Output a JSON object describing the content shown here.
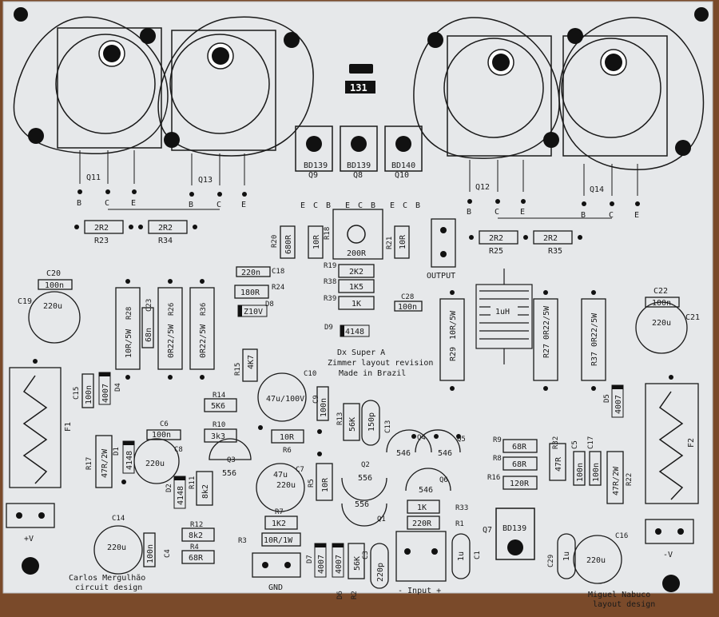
{
  "colors": {
    "board": "#e6e8ea",
    "silk": "#1a1a1a",
    "pad": "#cfd3d6",
    "wood": "#7a4a2a"
  },
  "title_block": {
    "line1": "Dx Super A",
    "line2": "Zimmer layout revision",
    "line3": "Made in Brazil"
  },
  "credits": {
    "left_1": "Carlos Mergulhão",
    "left_2": "circuit design",
    "right_1": "Miguel Nabuco",
    "right_2": "layout design"
  },
  "logo_text": "131",
  "connectors": {
    "pos": "+V",
    "neg": "-V",
    "gnd": "GND",
    "input": "- Input +",
    "output": "OUTPUT"
  },
  "transistors": {
    "q11": "Q11",
    "q13": "Q13",
    "q12": "Q12",
    "q14": "Q14",
    "q9": {
      "ref": "Q9",
      "part": "BD139"
    },
    "q8": {
      "ref": "Q8",
      "part": "BD139"
    },
    "q10": {
      "ref": "Q10",
      "part": "BD140"
    },
    "q7": {
      "ref": "Q7",
      "part": "BD139"
    },
    "q3": {
      "ref": "Q3",
      "part": "556"
    },
    "q2": {
      "ref": "Q2",
      "part": "556"
    },
    "q1": {
      "ref": "Q1",
      "part": "556"
    },
    "q4": {
      "ref": "Q4",
      "part": "546"
    },
    "q5": {
      "ref": "Q5",
      "part": "546"
    },
    "q6": {
      "ref": "Q6",
      "part": "546"
    }
  },
  "pins": {
    "b": "B",
    "c": "C",
    "e": "E"
  },
  "resistors": {
    "r23": {
      "ref": "R23",
      "val": "2R2"
    },
    "r34": {
      "ref": "R34",
      "val": "2R2"
    },
    "r25": {
      "ref": "R25",
      "val": "2R2"
    },
    "r35": {
      "ref": "R35",
      "val": "2R2"
    },
    "r20": {
      "ref": "R20",
      "val": "680R"
    },
    "r18": {
      "ref": "R18",
      "val": "10R"
    },
    "r21": {
      "ref": "R21",
      "val": "10R"
    },
    "r19": {
      "ref": "R19",
      "val": "2K2"
    },
    "r38": {
      "ref": "R38",
      "val": "1K5"
    },
    "r39": {
      "ref": "R39",
      "val": "1K"
    },
    "r24": {
      "ref": "R24",
      "val": "180R"
    },
    "r28": {
      "ref": "R28",
      "val": "10R/5W"
    },
    "r26": {
      "ref": "R26",
      "val": "0R22/5W"
    },
    "r36": {
      "ref": "R36",
      "val": "0R22/5W"
    },
    "r29": {
      "ref": "R29",
      "val": "10R/5W"
    },
    "r27": {
      "ref": "R27",
      "val": "0R22/5W"
    },
    "r37": {
      "ref": "R37",
      "val": "0R22/5W"
    },
    "r15": {
      "ref": "R15",
      "val": "4K7"
    },
    "r14": {
      "ref": "R14",
      "val": "5K6"
    },
    "r10": {
      "ref": "R10",
      "val": "3k3"
    },
    "r6": {
      "ref": "R6",
      "val": "10R"
    },
    "r13": {
      "ref": "R13",
      "val": "56K"
    },
    "r17": {
      "ref": "R17",
      "val": "47R/2W"
    },
    "r11": {
      "ref": "R11",
      "val": "8k2"
    },
    "r5": {
      "ref": "R5",
      "val": "10R"
    },
    "r7": {
      "ref": "R7",
      "val": "1K2"
    },
    "r3": {
      "ref": "R3",
      "val": "10R/1W"
    },
    "r12": {
      "ref": "R12",
      "val": "8k2"
    },
    "r4": {
      "ref": "R4",
      "val": "68R"
    },
    "r2": {
      "ref": "R2",
      "val": "56K"
    },
    "r33": {
      "ref": "R33",
      "val": "1K"
    },
    "r1": {
      "ref": "R1",
      "val": "220R"
    },
    "r9": {
      "ref": "R9",
      "val": "68R"
    },
    "r8": {
      "ref": "R8",
      "val": "68R"
    },
    "r16": {
      "ref": "R16",
      "val": "120R"
    },
    "r32": {
      "ref": "R32",
      "val": "47R"
    },
    "r22": {
      "ref": "R22",
      "val": "47R/2W"
    },
    "pot": "200R"
  },
  "capacitors": {
    "c20": {
      "ref": "C20",
      "val": "100n"
    },
    "c19": {
      "ref": "C19",
      "val": "220u"
    },
    "c18": {
      "ref": "C18",
      "val": "220n"
    },
    "c23": {
      "ref": "C23",
      "val": "68n"
    },
    "c28": {
      "ref": "C28",
      "val": "100n"
    },
    "c22": {
      "ref": "C22",
      "val": "100n"
    },
    "c21": {
      "ref": "C21",
      "val": "220u"
    },
    "c15": {
      "ref": "C15",
      "val": "100n"
    },
    "c10": {
      "ref": "C10",
      "val": "47u/100V"
    },
    "c9": {
      "ref": "C9",
      "val": "100n"
    },
    "c6": {
      "ref": "C6",
      "val": "100n"
    },
    "c8": {
      "ref": "C8",
      "val": "220u"
    },
    "c13": {
      "ref": "C13",
      "val": "150p"
    },
    "c7": {
      "ref": "C7",
      "val": "47u",
      "val2": "220u"
    },
    "c14": {
      "ref": "C14",
      "val": "220u"
    },
    "c4": {
      "ref": "C4",
      "val": "100n"
    },
    "c3": {
      "ref": "C3",
      "val": "220p"
    },
    "c1": {
      "ref": "C1",
      "val": "1u"
    },
    "c5": {
      "ref": "C5",
      "val": "100n"
    },
    "c17": {
      "ref": "C17",
      "val": "100n"
    },
    "c29": {
      "ref": "C29",
      "val": "1u"
    },
    "c16": {
      "ref": "C16",
      "val": "220u"
    }
  },
  "diodes": {
    "d8": {
      "ref": "D8",
      "val": "Z10V"
    },
    "d9": {
      "ref": "D9",
      "val": "4148"
    },
    "d4": {
      "ref": "D4",
      "val": "4007"
    },
    "d1": {
      "ref": "D1",
      "val": "4148"
    },
    "d2": {
      "ref": "D2",
      "val": "4148"
    },
    "d5": {
      "ref": "D5",
      "val": "4007"
    },
    "d7": {
      "ref": "D7",
      "val": "4007"
    },
    "d6": {
      "ref": "D6",
      "val": "4007"
    }
  },
  "fuses": {
    "f1": "F1",
    "f2": "F2"
  },
  "inductor": "1uH"
}
